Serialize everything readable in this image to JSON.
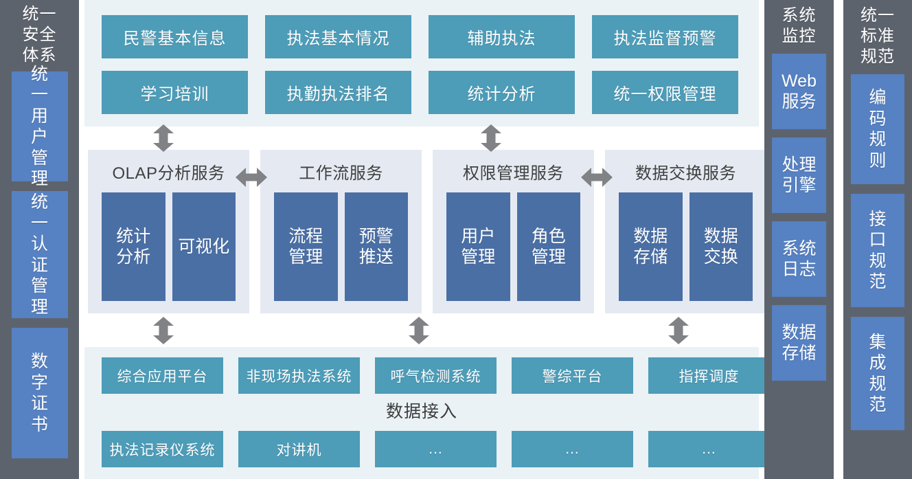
{
  "left_sidebar": {
    "title": "统一\n安全\n体系",
    "items": [
      {
        "label": "统\n一\n用\n户\n管\n理"
      },
      {
        "label": "统\n一\n认\n证\n管\n理"
      },
      {
        "label": "数\n字\n证\n书"
      }
    ]
  },
  "monitor_sidebar": {
    "title": "系统\n监控",
    "items": [
      {
        "label": "Web\n服务"
      },
      {
        "label": "处理\n引擎"
      },
      {
        "label": "系统\n日志"
      },
      {
        "label": "数据\n存储"
      }
    ]
  },
  "standard_sidebar": {
    "title": "统一\n标准\n规范",
    "items": [
      {
        "label": "编\n码\n规\n则"
      },
      {
        "label": "接\n口\n规\n范"
      },
      {
        "label": "集\n成\n规\n范"
      }
    ]
  },
  "application_layer": {
    "tiles": [
      {
        "label": "民警基本信息"
      },
      {
        "label": "执法基本情况"
      },
      {
        "label": "辅助执法"
      },
      {
        "label": "执法监督预警"
      },
      {
        "label": "学习培训"
      },
      {
        "label": "执勤执法排名"
      },
      {
        "label": "统计分析"
      },
      {
        "label": "统一权限管理"
      }
    ]
  },
  "service_layer": {
    "panels": [
      {
        "title": "OLAP分析服务",
        "boxes": [
          {
            "label": "统计\n分析"
          },
          {
            "label": "可视化"
          }
        ]
      },
      {
        "title": "工作流服务",
        "boxes": [
          {
            "label": "流程\n管理"
          },
          {
            "label": "预警\n推送"
          }
        ]
      },
      {
        "title": "权限管理服务",
        "boxes": [
          {
            "label": "用户\n管理"
          },
          {
            "label": "角色\n管理"
          }
        ]
      },
      {
        "title": "数据交换服务",
        "boxes": [
          {
            "label": "数据\n存储"
          },
          {
            "label": "数据\n交换"
          }
        ]
      }
    ]
  },
  "data_layer": {
    "label": "数据接入",
    "row1": [
      {
        "label": "综合应用平台"
      },
      {
        "label": "非现场执法系统"
      },
      {
        "label": "呼气检测系统"
      },
      {
        "label": "警综平台"
      },
      {
        "label": "指挥调度"
      }
    ],
    "row2": [
      {
        "label": "执法记录仪系统"
      },
      {
        "label": "对讲机"
      },
      {
        "label": "..."
      },
      {
        "label": "..."
      },
      {
        "label": "..."
      }
    ]
  },
  "colors": {
    "sidebar_bg": "#5d636d",
    "sidebar_box": "#5681c2",
    "panel_light": "#eaf2f5",
    "tile_teal": "#4d9cb8",
    "service_panel": "#e5eaf2",
    "service_box": "#4a6fa5",
    "arrow": "#808285"
  }
}
